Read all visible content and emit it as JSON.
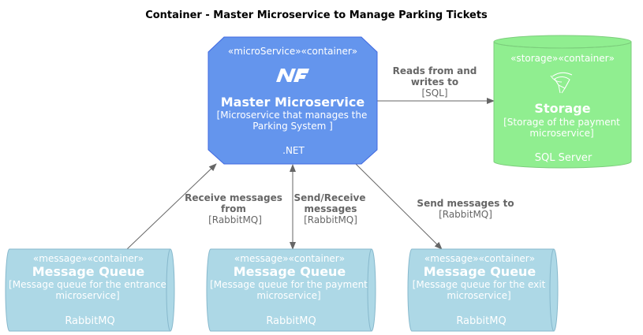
{
  "title": "Container - Master Microservice to Manage Parking Tickets",
  "master": {
    "stereotype": "«microService»«container»",
    "logo": "dotnet-logo",
    "name": "Master Microservice",
    "desc1": "[Microservice that manages the",
    "desc2": "Parking System ]",
    "tech": ".NET",
    "color": "#6495ED"
  },
  "storage": {
    "stereotype": "«storage»«container»",
    "icon": "sql-server-icon",
    "name": "Storage",
    "desc1": "[Storage of the payment",
    "desc2": "microservice]",
    "tech": "SQL Server",
    "color": "#90EE90"
  },
  "queues": [
    {
      "stereotype": "«message»«container»",
      "name": "Message Queue",
      "desc1": "[Message queue for the entrance",
      "desc2": "microservice]",
      "tech": "RabbitMQ"
    },
    {
      "stereotype": "«message»«container»",
      "name": "Message Queue",
      "desc1": "[Message queue for the payment",
      "desc2": "microservice]",
      "tech": "RabbitMQ"
    },
    {
      "stereotype": "«message»«container»",
      "name": "Message Queue",
      "desc1": "[Message queue for the exit",
      "desc2": "microservice]",
      "tech": "RabbitMQ"
    }
  ],
  "queue_color": "#ADD8E6",
  "relations": [
    {
      "line1": "Reads from and",
      "line2": "writes to",
      "tech": "[SQL]"
    },
    {
      "line1": "Receive messages",
      "line2": "from",
      "tech": "[RabbitMQ]"
    },
    {
      "line1": "Send/Receive",
      "line2": "messages",
      "tech": "[RabbitMQ]"
    },
    {
      "line1": "Send messages to",
      "line2": "",
      "tech": "[RabbitMQ]"
    }
  ]
}
